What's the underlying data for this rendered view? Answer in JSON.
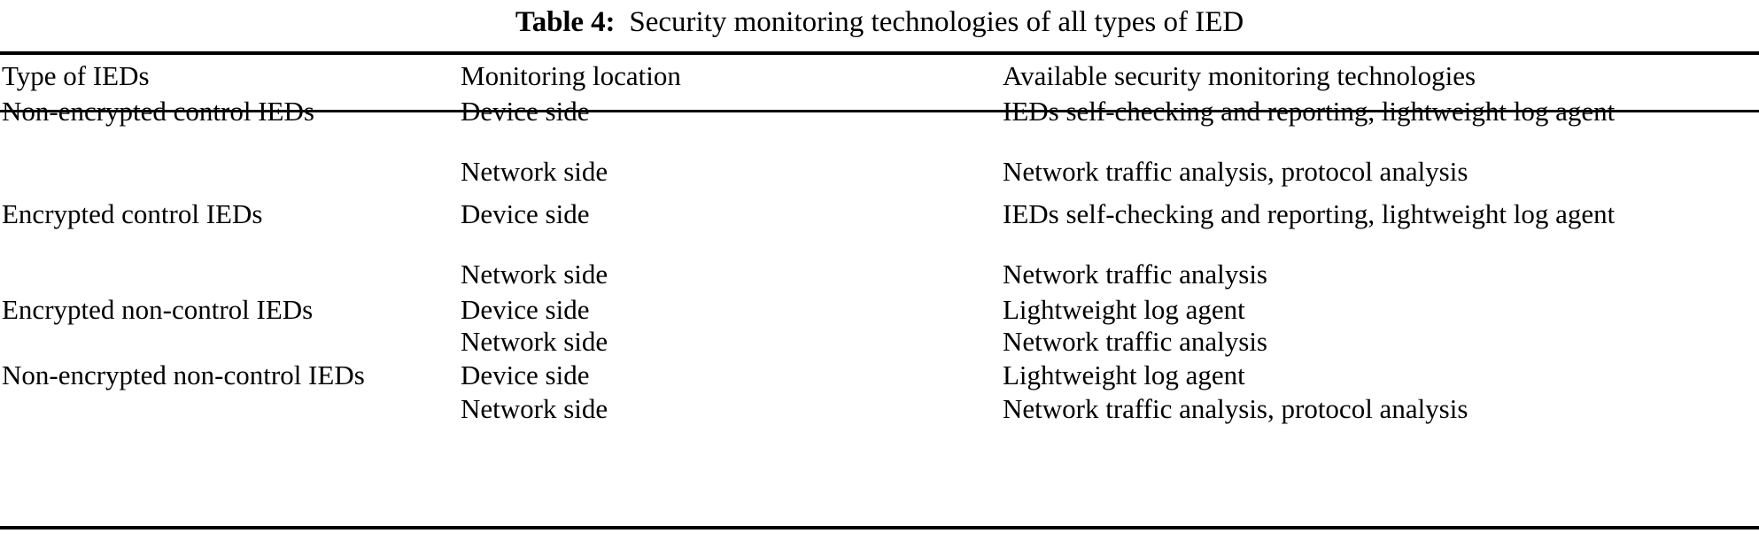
{
  "caption": {
    "label": "Table 4:",
    "text": "Security monitoring technologies of all types of IED"
  },
  "table": {
    "columns": [
      "Type of IEDs",
      "Monitoring location",
      "Available security monitoring technologies"
    ],
    "rows": [
      {
        "type": "Non-encrypted control IEDs",
        "location": "Device side",
        "technologies": "IEDs self-checking and reporting, lightweight log agent"
      },
      {
        "type": "",
        "location": "Network side",
        "technologies": "Network traffic analysis, protocol analysis"
      },
      {
        "type": "Encrypted control IEDs",
        "location": "Device side",
        "technologies": "IEDs self-checking and reporting, lightweight log agent"
      },
      {
        "type": "",
        "location": "Network side",
        "technologies": "Network traffic analysis"
      },
      {
        "type": "Encrypted non-control IEDs",
        "location": "Device side",
        "technologies": "Lightweight log agent"
      },
      {
        "type": "",
        "location": "Network side",
        "technologies": "Network traffic analysis"
      },
      {
        "type": "Non-encrypted non-control IEDs",
        "location": "Device side",
        "technologies": "Lightweight log agent"
      },
      {
        "type": "",
        "location": "Network side",
        "technologies": "Network traffic analysis, protocol analysis"
      }
    ]
  },
  "colors": {
    "text": "#000000",
    "background": "#ffffff",
    "rule": "#000000"
  }
}
